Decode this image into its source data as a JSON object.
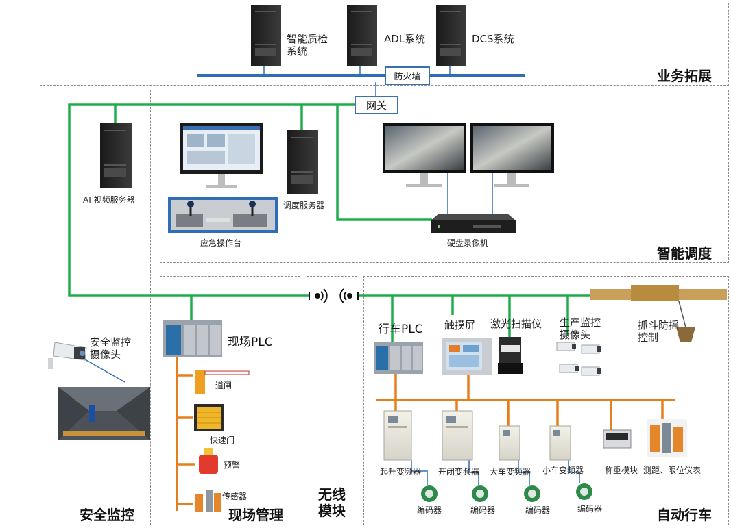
{
  "regions": {
    "business": "业务拓展",
    "dispatch": "智能调度",
    "safety": "安全监控",
    "field": "现场管理",
    "wireless_line1": "无线",
    "wireless_line2": "模块",
    "crane": "自动行车"
  },
  "network": {
    "firewall": "防火墙",
    "gateway": "网关"
  },
  "business_systems": {
    "quality_line1": "智能质检",
    "quality_line2": "系统",
    "adl": "ADL系统",
    "dcs": "DCS系统"
  },
  "dispatch_nodes": {
    "ai_server": "AI 视频服务器",
    "dispatch_server": "调度服务器",
    "console": "应急操作台",
    "nvr": "硬盘录像机"
  },
  "safety_nodes": {
    "camera_line1": "安全监控",
    "camera_line2": "摄像头"
  },
  "field_nodes": {
    "plc": "现场PLC",
    "gate": "道闸",
    "fast_door": "快速门",
    "alarm": "预警",
    "sensor": "传感器"
  },
  "crane_nodes": {
    "plc": "行车PLC",
    "touch": "触摸屏",
    "laser": "激光扫描仪",
    "camera_line1": "生产监控",
    "camera_line2": "摄像头",
    "antisway_line1": "抓斗防摇",
    "antisway_line2": "控制",
    "vfd_hoist": "起升变频器",
    "vfd_grab": "开闭变频器",
    "vfd_bridge": "大车变频器",
    "vfd_trolley": "小车变频器",
    "weigh": "称重模块",
    "limit": "测距、限位仪表",
    "encoder": "编码器"
  },
  "colors": {
    "green_bus": "#1fad4b",
    "orange_bus": "#e57f1e",
    "blue_link": "#2f6db5",
    "region_border": "#8a8a8a"
  }
}
